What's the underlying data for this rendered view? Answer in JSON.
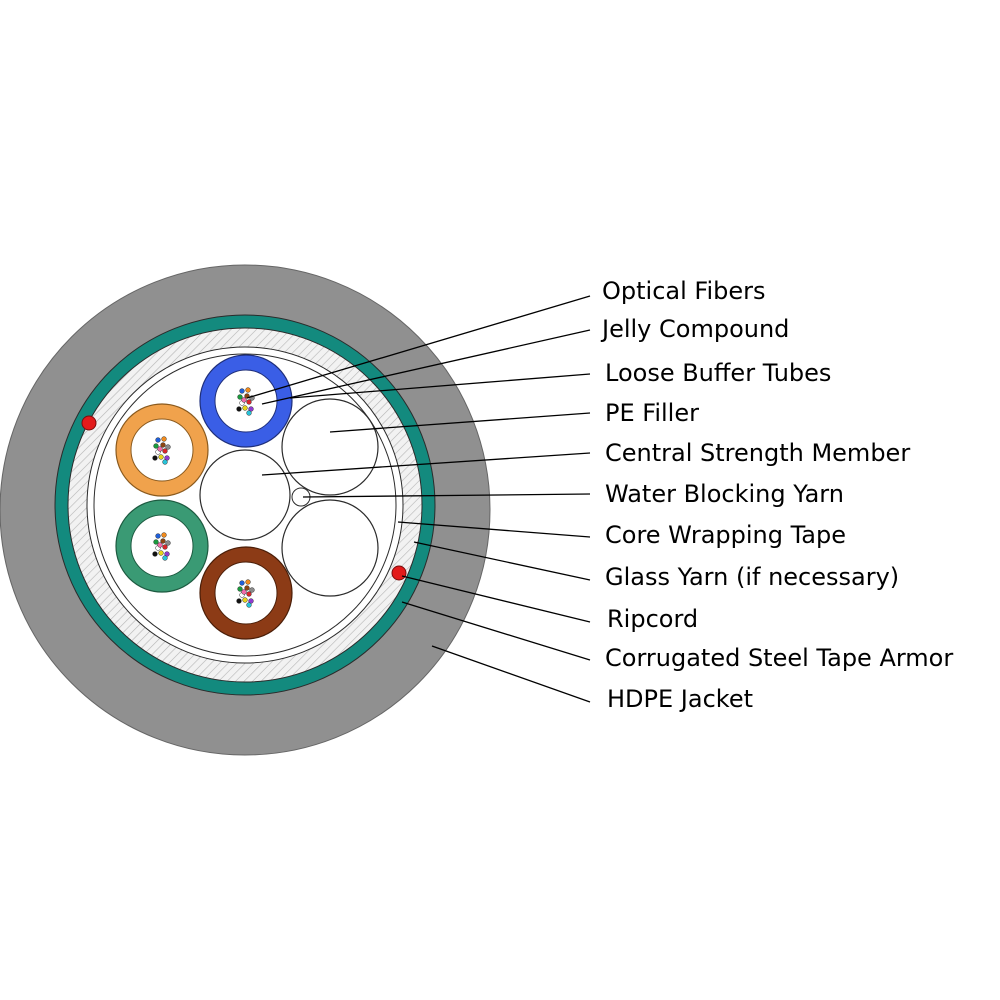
{
  "diagram": {
    "labels": [
      "Optical Fibers",
      "Jelly Compound",
      "Loose Buffer Tubes",
      "PE Filler",
      "Central Strength Member",
      "Water Blocking Yarn",
      "Core Wrapping Tape",
      "Glass Yarn (if necessary)",
      "Ripcord",
      "Corrugated Steel Tape Armor",
      "HDPE Jacket"
    ],
    "colors": {
      "jacket": "#909090",
      "armor": "#138a7e",
      "glass_yarn": "#ececec",
      "core": "#ffffff",
      "ripcord": "#e31b1b",
      "tube_blue": "#3a5ee6",
      "tube_orange": "#f0a24c",
      "tube_green": "#3a9a74",
      "tube_brown": "#8c3b16",
      "fiber_colors": [
        "#1f5fd8",
        "#f08a1c",
        "#1a9a3c",
        "#8b4513",
        "#8a8a8a",
        "#ffffff",
        "#d8262a",
        "#111111",
        "#e6d21a",
        "#8e3bd0",
        "#f06aa8",
        "#27c2d8"
      ]
    }
  }
}
